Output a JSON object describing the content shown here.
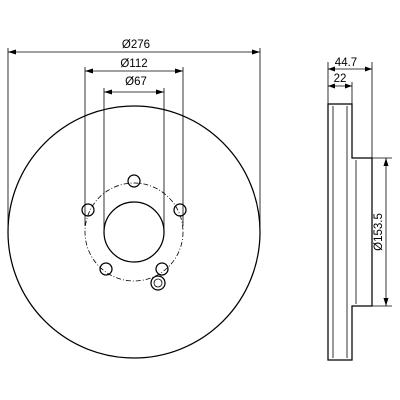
{
  "dimensions": {
    "outer_diameter": "Ø276",
    "bolt_circle_diameter": "Ø112",
    "center_bore_diameter": "Ø67",
    "total_thickness": "44.7",
    "disc_thickness": "22",
    "hat_diameter": "Ø153.5"
  },
  "colors": {
    "ink": "#000000",
    "background": "#ffffff"
  }
}
